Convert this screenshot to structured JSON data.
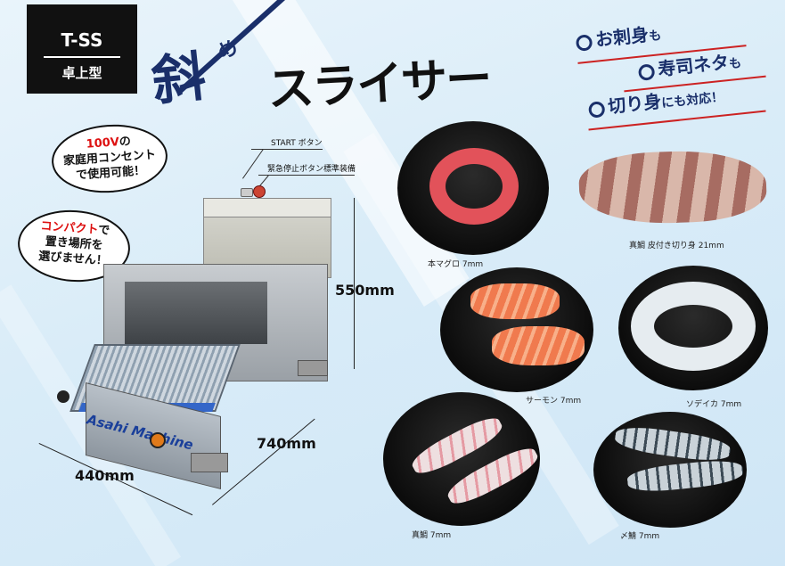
{
  "badge": {
    "model": "T-SS",
    "type": "卓上型"
  },
  "title": {
    "kanji": "斜",
    "okurigana": "め",
    "main": "スライサー"
  },
  "features": [
    {
      "label": "お刺身",
      "particle": "も"
    },
    {
      "label": "寿司ネタ",
      "particle": "も"
    },
    {
      "label": "切り身",
      "particle": "にも対応！"
    }
  ],
  "bubbles": {
    "power": {
      "highlight": "100V",
      "line1_suffix": "の",
      "line2": "家庭用コンセント",
      "line3": "で使用可能！"
    },
    "compact": {
      "highlight": "コンパクト",
      "line1_suffix": "で",
      "line2": "置き場所を",
      "line3": "選びません！"
    }
  },
  "callouts": {
    "start": "START ボタン",
    "emergency": "緊急停止ボタン標準装備"
  },
  "dimensions": {
    "height": "550mm",
    "depth": "740mm",
    "width": "440mm"
  },
  "machine_brand": "Asahi Machine",
  "colors": {
    "navy": "#1a2f6a",
    "red": "#d11111",
    "accent_line": "#c22222",
    "plate": "#111111",
    "tuna": "#e2525a",
    "salmon": "#f07a4e"
  },
  "products": [
    {
      "caption": "本マグロ 7mm"
    },
    {
      "caption": "真鯛 皮付き切り身 21mm"
    },
    {
      "caption": "サーモン 7mm"
    },
    {
      "caption": "ソデイカ 7mm"
    },
    {
      "caption": "真鯛 7mm"
    },
    {
      "caption": "〆鯖 7mm"
    }
  ]
}
